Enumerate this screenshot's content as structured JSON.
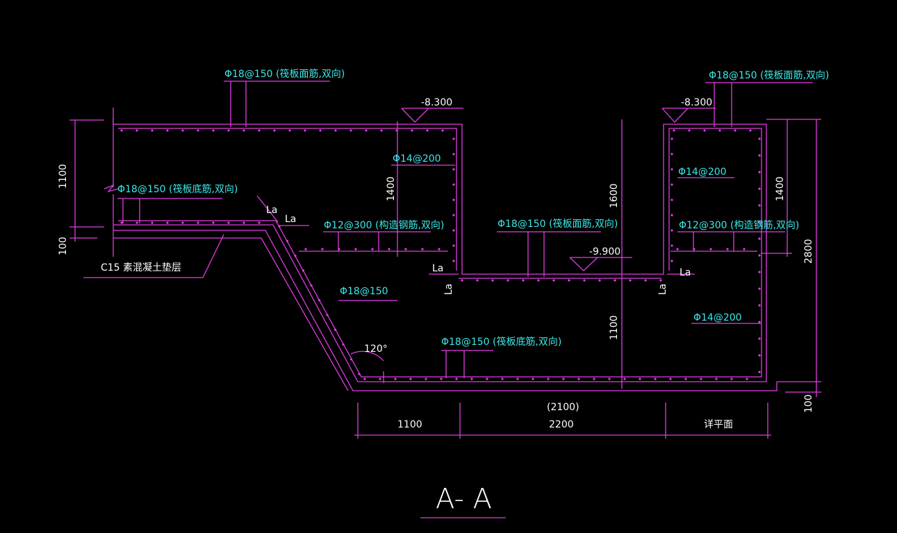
{
  "drawing": {
    "title": "A- A",
    "colors": {
      "concrete": "#e23ce2",
      "annotation": "#3de8e8",
      "dimension": "#ffffff",
      "background": "#000000"
    },
    "rebar_labels": {
      "top_left": "Φ18@150 (筏板面筋,双向)",
      "top_right": "Φ18@150 (筏板面筋,双向)",
      "left_bottom": "Φ18@150 (筏板底筋,双向)",
      "wall_left": "Φ14@200",
      "wall_right_top": "Φ14@200",
      "wall_right_bottom": "Φ14@200",
      "struct_left": "Φ12@300 (构造钢筋,双向)",
      "struct_right": "Φ12@300 (构造钢筋,双向)",
      "mid_top": "Φ18@150 (筏板面筋,双向)",
      "slope": "Φ18@150",
      "bottom": "Φ18@150 (筏板底筋,双向)"
    },
    "elevations": {
      "left": "-8.300",
      "right": "-8.300",
      "mid": "-9.900"
    },
    "cushion_label": "C15 素混凝土垫层",
    "angle_label": "120°",
    "anchorage": "La",
    "dimensions": {
      "left_1100": "1100",
      "left_100": "100",
      "wall_1400_left": "1400",
      "wall_1600": "1600",
      "wall_1100": "1100",
      "wall_1400_right": "1400",
      "right_2800": "2800",
      "right_100": "100",
      "bottom_1100": "1100",
      "bottom_2100": "(2100)",
      "bottom_2200": "2200",
      "bottom_plan": "详平面"
    }
  }
}
